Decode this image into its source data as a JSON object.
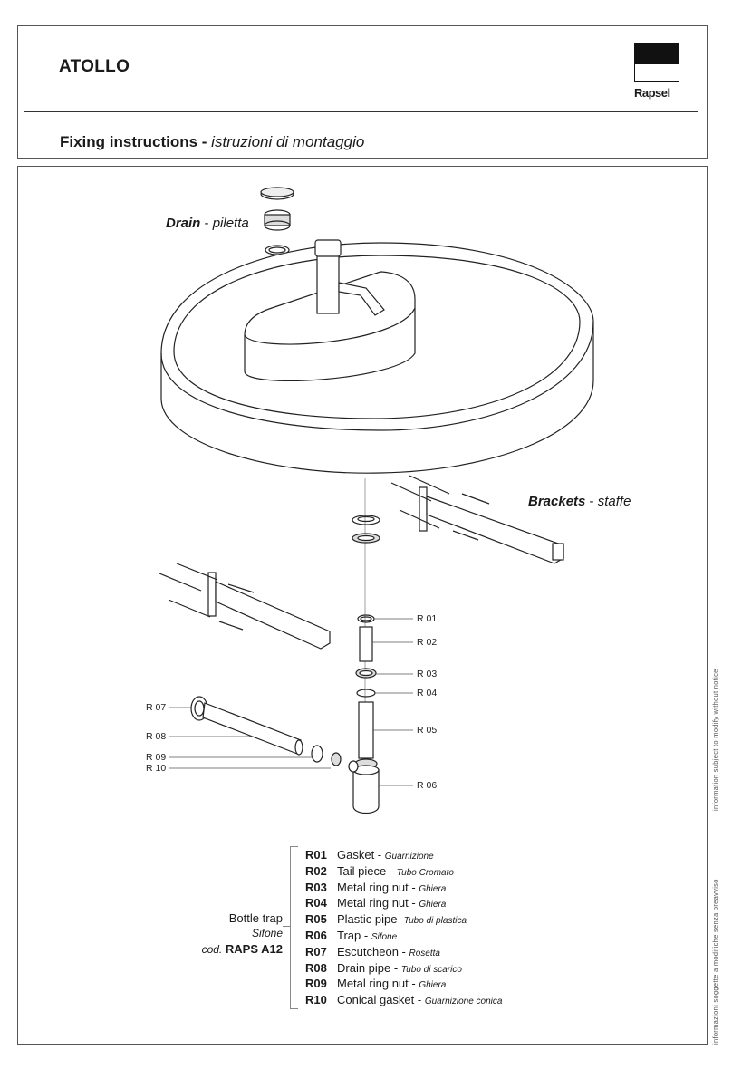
{
  "header": {
    "title": "ATOLLO",
    "brand": "Rapsel"
  },
  "subheader": {
    "main": "Fixing instructions",
    "separator": " - ",
    "italic": "istruzioni di montaggio"
  },
  "callouts": {
    "drain": {
      "main": "Drain",
      "sep": " - ",
      "italic": "piletta"
    },
    "brackets": {
      "main": "Brackets",
      "sep": " - ",
      "italic": "staffe"
    }
  },
  "tags": {
    "r01": "R 01",
    "r02": "R 02",
    "r03": "R 03",
    "r04": "R 04",
    "r05": "R 05",
    "r06": "R 06",
    "r07": "R 07",
    "r08": "R 08",
    "r09": "R 09",
    "r10": "R 10"
  },
  "bottle_trap": {
    "line1": "Bottle trap",
    "line2": "Sifone",
    "line3_prefix": "cod.",
    "line3_code": "RAPS A12"
  },
  "legend": [
    {
      "code": "R01",
      "name": "Gasket",
      "sep": " - ",
      "it": "Guarnizione"
    },
    {
      "code": "R02",
      "name": "Tail piece",
      "sep": " - ",
      "it": "Tubo Cromato"
    },
    {
      "code": "R03",
      "name": "Metal ring nut",
      "sep": " - ",
      "it": "Ghiera"
    },
    {
      "code": "R04",
      "name": "Metal ring nut",
      "sep": " - ",
      "it": "Ghiera"
    },
    {
      "code": "R05",
      "name": "Plastic pipe",
      "sep": "",
      "it": "Tubo di plastica"
    },
    {
      "code": "R06",
      "name": "Trap",
      "sep": " - ",
      "it": "Sifone"
    },
    {
      "code": "R07",
      "name": "Escutcheon",
      "sep": " - ",
      "it": "Rosetta"
    },
    {
      "code": "R08",
      "name": "Drain pipe",
      "sep": " - ",
      "it": "Tubo di scarico"
    },
    {
      "code": "R09",
      "name": "Metal ring nut",
      "sep": " - ",
      "it": "Ghiera"
    },
    {
      "code": "R10",
      "name": "Conical gasket",
      "sep": " - ",
      "it": "Guarnizione conica"
    }
  ],
  "side_notes": {
    "en": "information subject to modify without notice",
    "it": "informazioni soggette a modifiche senza preavviso"
  }
}
